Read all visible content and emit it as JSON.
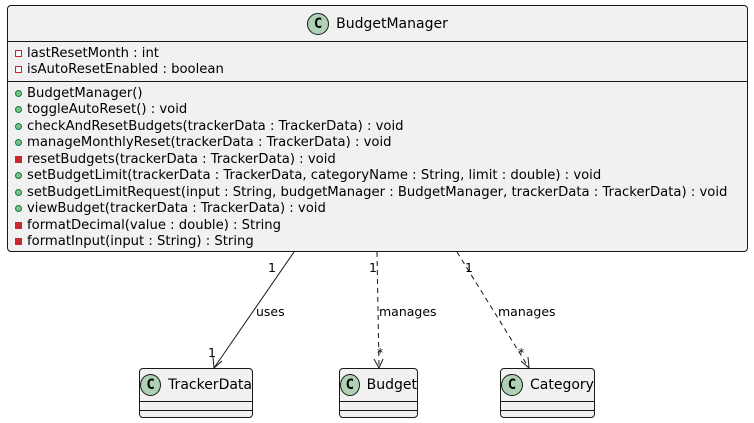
{
  "classes": {
    "budget_manager": {
      "name": "BudgetManager",
      "icon": "class-c-icon",
      "badge_letter": "C",
      "fields": [
        {
          "visibility": "private",
          "text": "lastResetMonth : int"
        },
        {
          "visibility": "private",
          "text": "isAutoResetEnabled : boolean"
        }
      ],
      "methods": [
        {
          "visibility": "public",
          "text": "BudgetManager()"
        },
        {
          "visibility": "public",
          "text": "toggleAutoReset() : void"
        },
        {
          "visibility": "public",
          "text": "checkAndResetBudgets(trackerData : TrackerData) : void"
        },
        {
          "visibility": "public",
          "text": "manageMonthlyReset(trackerData : TrackerData) : void"
        },
        {
          "visibility": "private",
          "text": "resetBudgets(trackerData : TrackerData) : void"
        },
        {
          "visibility": "public",
          "text": "setBudgetLimit(trackerData : TrackerData, categoryName : String, limit : double) : void"
        },
        {
          "visibility": "public",
          "text": "setBudgetLimitRequest(input : String, budgetManager : BudgetManager, trackerData : TrackerData) : void"
        },
        {
          "visibility": "public",
          "text": "viewBudget(trackerData : TrackerData) : void"
        },
        {
          "visibility": "private",
          "text": "formatDecimal(value : double) : String"
        },
        {
          "visibility": "private",
          "text": "formatInput(input : String) : String"
        }
      ]
    },
    "tracker_data": {
      "name": "TrackerData",
      "badge_letter": "C",
      "icon": "class-c-icon"
    },
    "budget": {
      "name": "Budget",
      "badge_letter": "C",
      "icon": "class-c-icon"
    },
    "category": {
      "name": "Category",
      "badge_letter": "C",
      "icon": "class-c-icon"
    }
  },
  "relations": {
    "uses": {
      "label": "uses",
      "source_mult": "1",
      "target_mult": "1",
      "style": "solid"
    },
    "manages_budget": {
      "label": "manages",
      "source_mult": "1",
      "target_mult": "*",
      "style": "dashed"
    },
    "manages_category": {
      "label": "manages",
      "source_mult": "1",
      "target_mult": "*",
      "style": "dashed"
    }
  },
  "colors": {
    "class_fill": "#f1f1f1",
    "border": "#181818",
    "badge_fill": "#add1b2",
    "private_marker": "#c82930",
    "public_marker": "#84be84"
  }
}
